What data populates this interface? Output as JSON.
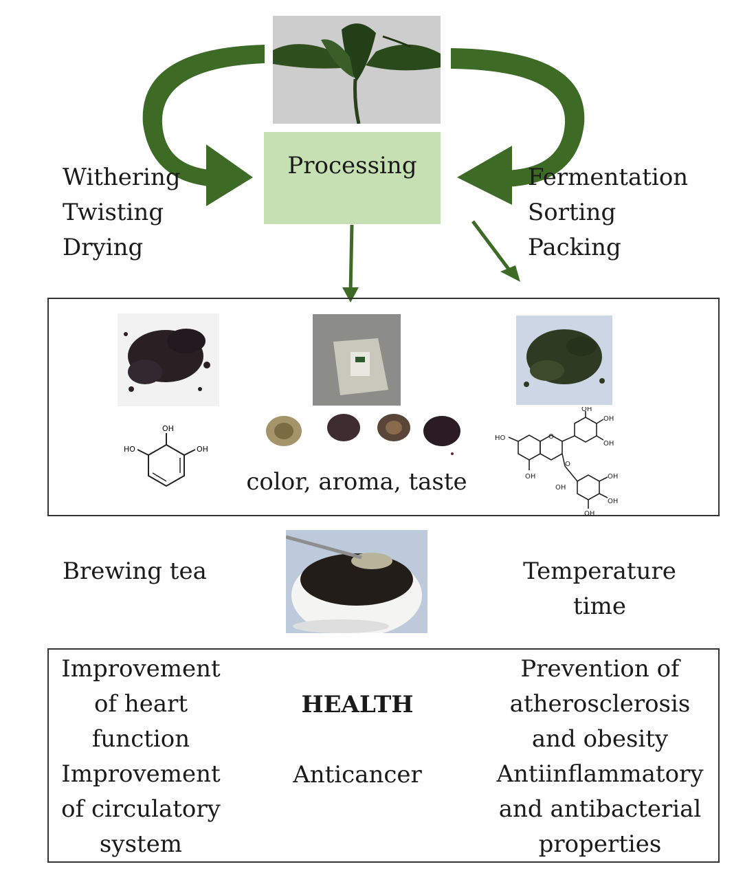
{
  "top": {
    "processing_label": "Processing",
    "left_steps": [
      "Withering",
      "Twisting",
      "Drying"
    ],
    "right_steps": [
      "Fermentation",
      "Sorting",
      "Packing"
    ]
  },
  "products": {
    "sensory_label": "color, aroma, taste",
    "chem_left_labels": [
      "OH",
      "HO",
      "OH"
    ],
    "chem_right_labels": [
      "OH",
      "OH",
      "OH",
      "HO",
      "O",
      "OH",
      "O",
      "OH",
      "OH",
      "OH",
      "OH"
    ]
  },
  "brewing": {
    "left_label": "Brewing tea",
    "right_label_lines": [
      "Temperature",
      "time"
    ]
  },
  "health": {
    "left_lines": [
      "Improvement",
      "of heart",
      "function",
      "Improvement",
      "of circulatory",
      "system"
    ],
    "center_title": "HEALTH",
    "center_sub": "Anticancer",
    "right_lines": [
      "Prevention of",
      "atherosclerosis",
      "and obesity",
      "Antiinflammatory",
      "and antibacterial",
      "properties"
    ]
  },
  "colors": {
    "arrow_green": "#3d6b26",
    "processing_fill": "#c6e0b4",
    "border": "#333333"
  }
}
